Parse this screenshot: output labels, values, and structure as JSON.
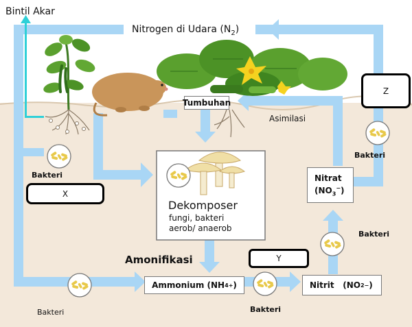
{
  "labels": {
    "bintil_akar": "Bintil Akar",
    "nitrogen_udara": "Nitrogen di Udara (N",
    "nitrogen_sub": "2",
    "nitrogen_close": ")",
    "tumbuhan": "Tumbuhan",
    "asimilasi": "Asimilasi",
    "dekomposer": "Dekomposer",
    "dekomposer_line1": "fungi, bakteri",
    "dekomposer_line2": "aerob/ anaerob",
    "amonifikasi": "Amonifikasi",
    "ammonium": "Ammonium (NH",
    "ammonium_sub": "4",
    "ammonium_sup": "+",
    "ammonium_close": ")",
    "nitrit": "Nitrit",
    "nitrit_formula": "(NO",
    "nitrit_sub": "2",
    "nitrit_sup": "−",
    "nitrit_close": ")",
    "nitrat": "Nitrat",
    "nitrat_formula": "(NO",
    "nitrat_sub": "3",
    "nitrat_sup": "−",
    "nitrat_close": ")",
    "bakteri": "Bakteri"
  },
  "answer_boxes": {
    "x": "X",
    "y": "Y",
    "z": "Z"
  },
  "colors": {
    "arrow": "#a9d6f5",
    "soil": "#f3e8da",
    "root_arrow": "#2ed0d8",
    "bacteria": "#e8c94a",
    "mushroom": "#f0dfa6",
    "leaf": "#5aa02e",
    "mole": "#c9955a"
  }
}
